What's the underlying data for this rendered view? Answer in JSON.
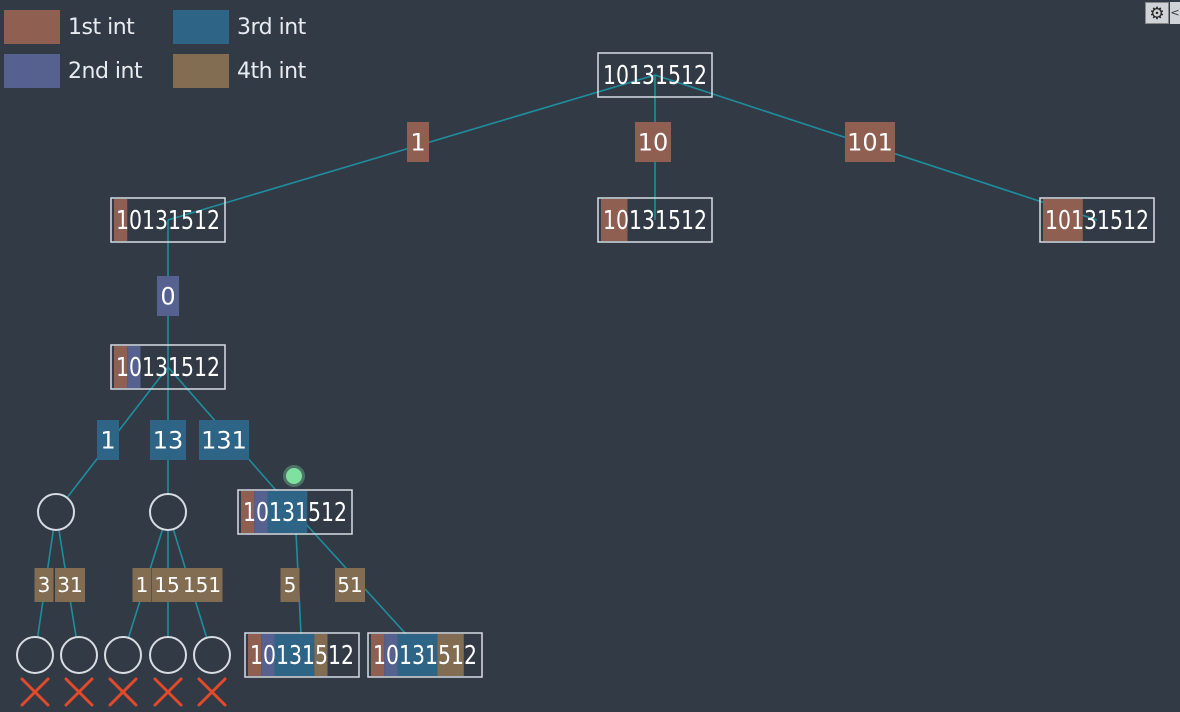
{
  "legend": [
    {
      "label": "1st int",
      "color": "#8f5f52"
    },
    {
      "label": "2nd int",
      "color": "#56618f"
    },
    {
      "label": "3rd int",
      "color": "#2e6587"
    },
    {
      "label": "4th int",
      "color": "#826c52"
    }
  ],
  "colors": {
    "background": "#323a46",
    "edge": "#1e8e9e",
    "node_border": "#d8dde2",
    "text": "#ffffff",
    "cursor": "#7fe0a0",
    "fail": "#e14a2a"
  },
  "icons": {
    "settings": "gear-icon",
    "collapse": "chevron-left-icon",
    "fail": "x-mark-icon",
    "cursor": "green-dot-marker"
  },
  "settings_glyph": "⚙",
  "collapse_glyph": "<",
  "tree": {
    "root_text": "10131512",
    "nodes": [
      {
        "id": "n0",
        "text": "10131512",
        "segments": []
      },
      {
        "id": "n1",
        "text": "10131512",
        "segments": [
          1
        ]
      },
      {
        "id": "n2",
        "text": "10131512",
        "segments": [
          2
        ]
      },
      {
        "id": "n3",
        "text": "10131512",
        "segments": [
          3
        ]
      },
      {
        "id": "n4",
        "text": "10131512",
        "segments": [
          1,
          1
        ]
      },
      {
        "id": "n7",
        "text": "10131512",
        "segments": [
          1,
          1,
          3
        ]
      },
      {
        "id": "n8",
        "text": "10131512",
        "segments": [
          1,
          1,
          3,
          1
        ]
      },
      {
        "id": "n9",
        "text": "10131512",
        "segments": [
          1,
          1,
          3,
          2
        ]
      }
    ],
    "empty_nodes": [
      "c1",
      "c2",
      "e1",
      "e2",
      "e3",
      "e4",
      "e5"
    ],
    "failed_nodes": [
      "e1",
      "e2",
      "e3",
      "e4",
      "e5"
    ],
    "edges": [
      {
        "from": "n0",
        "to": "n1",
        "label": "1",
        "int_index": 0
      },
      {
        "from": "n0",
        "to": "n2",
        "label": "10",
        "int_index": 0
      },
      {
        "from": "n0",
        "to": "n3",
        "label": "101",
        "int_index": 0
      },
      {
        "from": "n1",
        "to": "n4",
        "label": "0",
        "int_index": 1
      },
      {
        "from": "n4",
        "to": "c1",
        "label": "1",
        "int_index": 2
      },
      {
        "from": "n4",
        "to": "c2",
        "label": "13",
        "int_index": 2
      },
      {
        "from": "n4",
        "to": "n7",
        "label": "131",
        "int_index": 2
      },
      {
        "from": "c1",
        "to": "e1",
        "label": "3",
        "int_index": 3
      },
      {
        "from": "c1",
        "to": "e2",
        "label": "31",
        "int_index": 3
      },
      {
        "from": "c2",
        "to": "e3",
        "label": "1",
        "int_index": 3
      },
      {
        "from": "c2",
        "to": "e4",
        "label": "15",
        "int_index": 3
      },
      {
        "from": "c2",
        "to": "e5",
        "label": "151",
        "int_index": 3
      },
      {
        "from": "n7",
        "to": "n8",
        "label": "5",
        "int_index": 3
      },
      {
        "from": "n7",
        "to": "n9",
        "label": "51",
        "int_index": 3
      }
    ]
  }
}
